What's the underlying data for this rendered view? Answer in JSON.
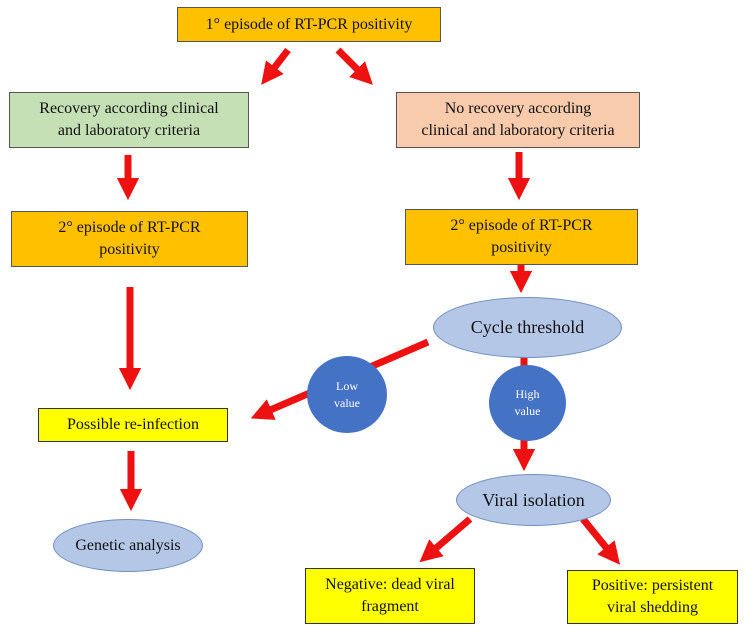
{
  "nodes": {
    "first_episode": "1° episode of RT-PCR positivity",
    "recovery": "Recovery according clinical\nand laboratory criteria",
    "no_recovery": "No recovery according\nclinical and laboratory criteria",
    "second_left": "2°  episode of RT-PCR\npositivity",
    "second_right": "2°  episode of RT-PCR\npositivity",
    "cycle_threshold": "Cycle threshold",
    "low_value": "Low\nvalue",
    "high_value": "High\nvalue",
    "reinfection": "Possible re-infection",
    "genetic": "Genetic analysis",
    "viral_isolation": "Viral isolation",
    "negative": "Negative: dead viral\nfragment",
    "positive": "Positive: persistent\nviral shedding"
  },
  "colors": {
    "arrow": "#ee1111",
    "orange_box": "#ffc000",
    "green_box": "#c5e0b4",
    "peach_box": "#f8cbad",
    "yellow_box": "#ffff00",
    "ellipse_fill": "#b4c7e7",
    "bubble_fill": "#4472c4"
  }
}
